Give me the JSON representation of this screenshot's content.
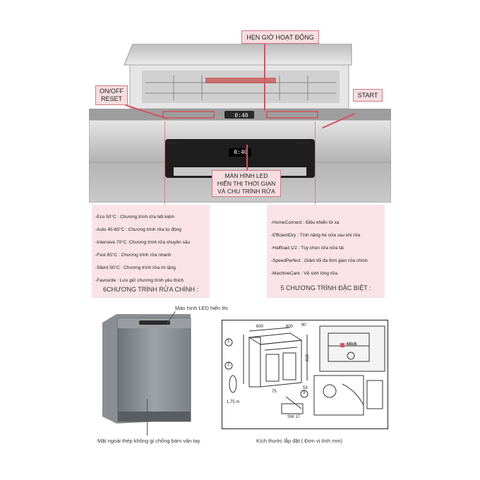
{
  "callouts": {
    "timer": "HẸN GIỜ HOẠT ĐỘNG",
    "onoff_line1": "ON/OFF",
    "onoff_line2": "RESET",
    "start": "START",
    "led_line1": "MÀN HÌNH LED",
    "led_line2": "HIỂN THỊ THỜI GIAN",
    "led_line3": "VÀ CHU TRÌNH RỬA"
  },
  "display_text": "0:40",
  "brand_badge": "SilenceP lus",
  "series_badge": "Serie | 6",
  "programs": {
    "title": "6CHƯƠNG TRÌNH RỬA CHÍNH :",
    "items": [
      "-Eco 50°C : Chương trình rửa tiết kiệm",
      "-Auto 45-65°C : Chương trình rửa tự động",
      "-Intensive 70°C :Chương trình rửa chuyên sâu",
      "-Fast 65°C : Chương trình rửa nhanh",
      "-Silent 50°C : Chương trình rửa im lặng",
      "-Favourite : Lưu giữ chương trình yêu thích"
    ]
  },
  "specials": {
    "title": "5 CHƯƠNG TRÌNH ĐẶC BIỆT :",
    "items": [
      "-HomeConnect : Điều khiển từ xa",
      "-EfficientDry : Tính năng hé cửa sau khi rửa",
      "-Halfload 1/2 : Tùy chọn rửa nửa tải",
      "-SpeedPerfect : Giảm tối đa thời gian rửa chính",
      "-MachineCare : Vệ sinh lòng rửa"
    ]
  },
  "product": {
    "led_caption": "Màn hình LED hiển thị",
    "steel_caption": "Mặt ngoài thép không gỉ chống bám vân tay"
  },
  "diagram": {
    "caption": "Kích thước lắp đặt ( Đơn vị tính mm)",
    "dim_600_a": "600",
    "dim_600_b": "600",
    "dim_815": "815",
    "dim_90": "90",
    "dim_53": "53",
    "dim_75": "75",
    "dim_1_75m": "1,75 m",
    "sw": "SW 17",
    "klick": "klick",
    "step1": "1",
    "step2": "2",
    "step3": "3"
  },
  "colors": {
    "accent": "#d4515e",
    "panel": "#f9e3e6"
  }
}
